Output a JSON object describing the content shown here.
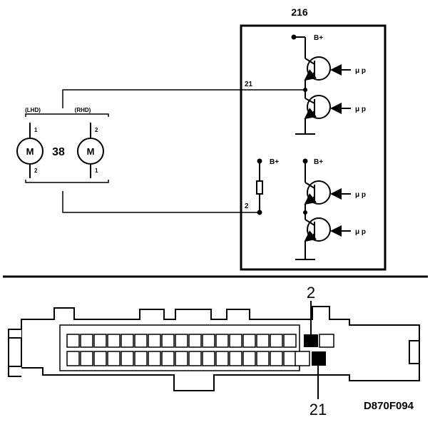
{
  "schematic": {
    "ecu_number": "216",
    "motor_number": "38",
    "lhd_label": "(LHD)",
    "rhd_label": "(RHD)",
    "motor_symbol": "M",
    "lhd_motor_pins": [
      "1",
      "2"
    ],
    "rhd_motor_pins": [
      "2",
      "1"
    ],
    "terminal_21": "21",
    "terminal_2": "2",
    "supply_label": "B+",
    "mcu_label": "μ p"
  },
  "connector": {
    "pin_label_top": "2",
    "pin_label_bottom": "21"
  },
  "figure_code": "D870F094"
}
